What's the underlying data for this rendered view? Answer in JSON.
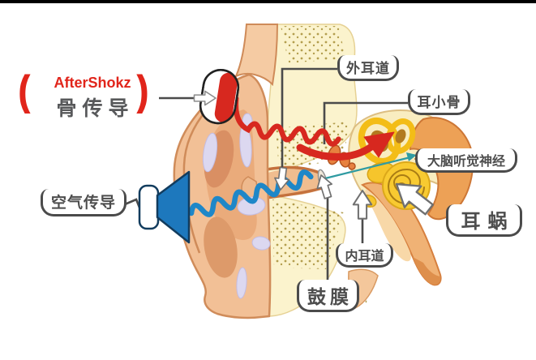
{
  "brand": {
    "name": "AfterShokz",
    "method_label": "骨传导",
    "marks_left": "((",
    "marks_right": "))"
  },
  "conduction": {
    "air_label": "空气传导"
  },
  "anatomy": {
    "outer_ear_canal": "外耳道",
    "ossicles": "耳小骨",
    "auditory_nerve": "大脑听觉神经",
    "cochlea": "耳蜗",
    "internal_auditory_canal": "内耳道",
    "eardrum": "鼓膜"
  },
  "colors": {
    "bone_conduction_red": "#d7281f",
    "air_conduction_blue": "#1e87c8",
    "label_stroke_gray": "#4b4b4b",
    "cochlea_yellow": "#f8ca31",
    "bone_cream": "#fbf3cd",
    "skin": "#f2c096"
  },
  "icons": {
    "transducer": "bone-conduction-transducer-icon",
    "speaker": "speaker-icon",
    "sound_marks": "sound-emission-marks"
  }
}
